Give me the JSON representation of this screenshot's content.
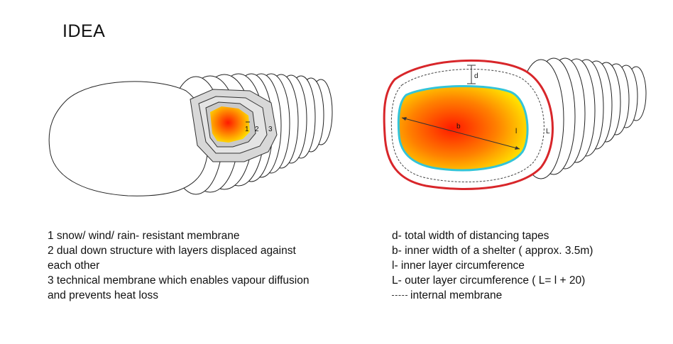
{
  "title": "IDEA",
  "left_diagram": {
    "labels": [
      "1",
      "2",
      "3"
    ]
  },
  "right_diagram": {
    "labels": {
      "d": "d",
      "b": "b",
      "l": "l",
      "L": "L"
    },
    "colors": {
      "outer_layer": "#d8262a",
      "inner_layer": "#33c4d8",
      "heat_center": "#ff1a00",
      "heat_edge": "#ffe600"
    }
  },
  "legend_left": [
    "1 snow/ wind/ rain- resistant membrane",
    "2 dual down structure with layers displaced against",
    "each other",
    "3 technical membrane which enables vapour diffusion",
    "and prevents heat loss"
  ],
  "legend_right": [
    "d- total width of distancing tapes",
    "b- inner width of a shelter ( approx. 3.5m)",
    "l- inner layer circumference",
    "L- outer layer circumference ( L= l + 20)",
    "internal membrane"
  ]
}
